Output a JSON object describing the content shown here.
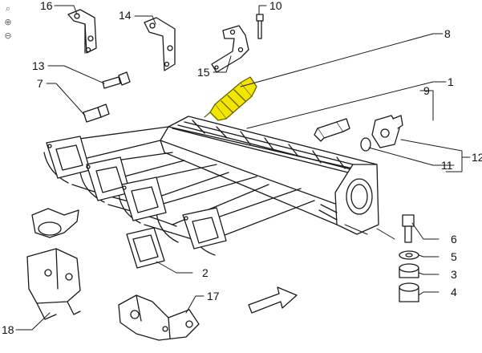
{
  "viewer": {
    "tools": [
      {
        "name": "magnifier-icon",
        "glyph": "⌕"
      },
      {
        "name": "zoom-in-icon",
        "glyph": "⊕"
      },
      {
        "name": "zoom-out-icon",
        "glyph": "⊖"
      }
    ]
  },
  "diagram": {
    "highlight_color": "#f2e600",
    "line_color": "#1a1a1a",
    "callouts": [
      "1",
      "2",
      "3",
      "4",
      "5",
      "6",
      "7",
      "8",
      "9",
      "10",
      "11",
      "12",
      "13",
      "14",
      "15",
      "16",
      "17",
      "18"
    ]
  }
}
